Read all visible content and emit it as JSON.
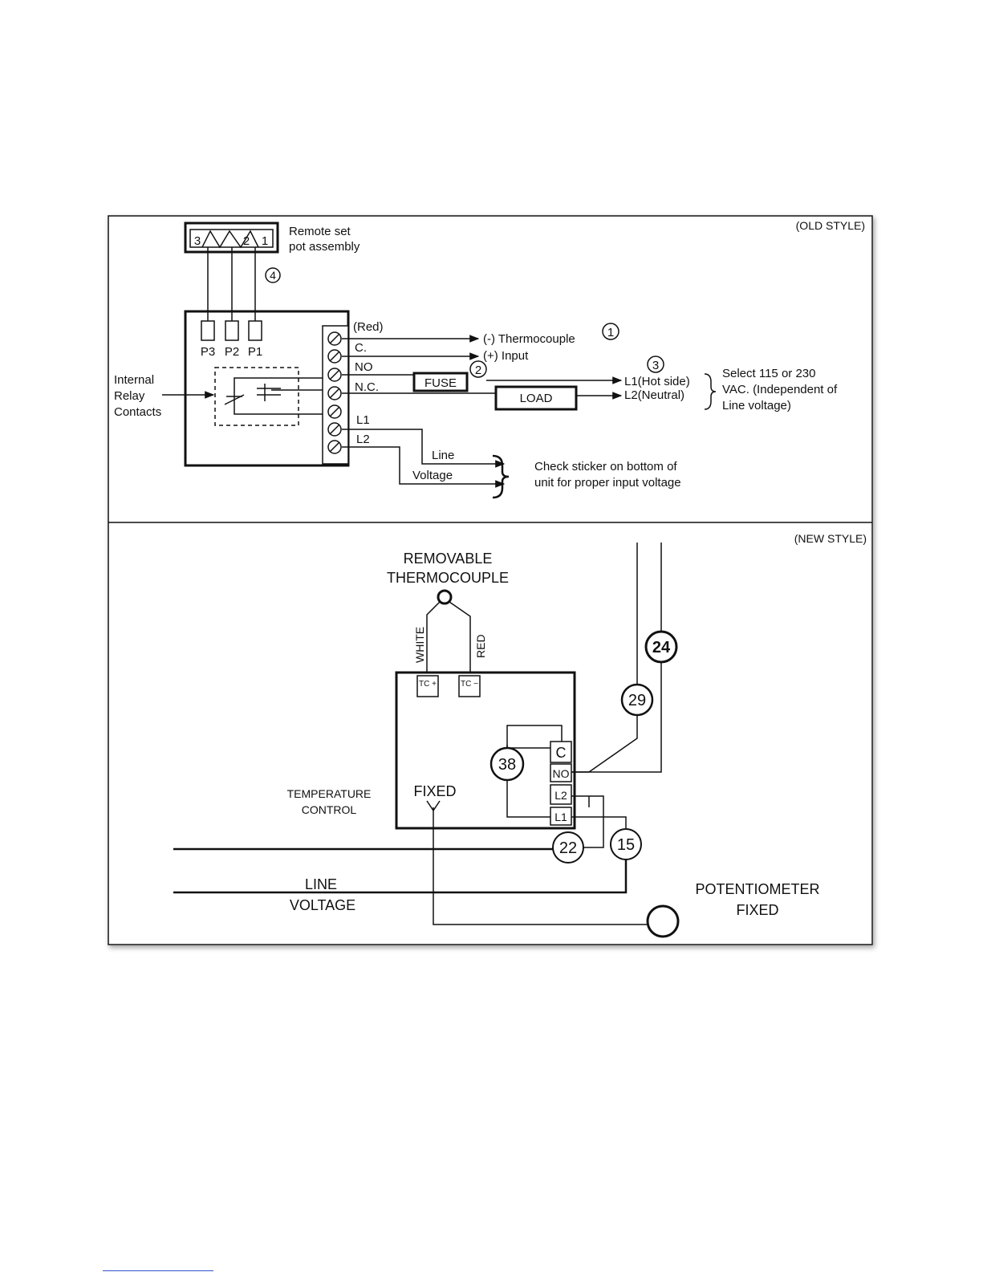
{
  "old_style": {
    "style_label": "(OLD STYLE)",
    "pot_assembly": {
      "label_line1": "Remote set",
      "label_line2": "pot assembly",
      "pin_3": "3",
      "pin_2": "2",
      "pin_1": "1",
      "callout": "4"
    },
    "connectors": [
      "P3",
      "P2",
      "P1"
    ],
    "relay": {
      "label_line1": "Internal",
      "label_line2": "Relay",
      "label_line3": "Contacts"
    },
    "terminals": {
      "red": "(Red)",
      "c": "C.",
      "no": "NO",
      "nc": "N.C.",
      "l1": "L1",
      "l2": "L2"
    },
    "thermocouple": {
      "neg": "(-) Thermocouple",
      "pos": "(+) Input",
      "callout": "1"
    },
    "fuse": {
      "label": "FUSE",
      "callout": "2"
    },
    "load": {
      "label": "LOAD"
    },
    "outputs": {
      "callout": "3",
      "l1": "L1(Hot side)",
      "l2": "L2(Neutral)",
      "note_line1": "Select 115 or 230",
      "note_line2": "VAC. (Independent of",
      "note_line3": "Line voltage)"
    },
    "line_voltage": {
      "line": "Line",
      "voltage": "Voltage",
      "note_line1": "Check sticker on bottom of",
      "note_line2": "unit for proper input voltage"
    }
  },
  "new_style": {
    "style_label": "(NEW STYLE)",
    "thermocouple": {
      "title_line1": "REMOVABLE",
      "title_line2": "THERMOCOUPLE",
      "white": "WHITE",
      "red": "RED"
    },
    "tc_plus": "TC +",
    "tc_minus": "TC −",
    "terminals": {
      "c": "C",
      "no": "NO",
      "l2": "L2",
      "l1": "L1"
    },
    "callouts": {
      "c24": "24",
      "c29": "29",
      "c38": "38",
      "c22": "22",
      "c15": "15"
    },
    "fixed": "FIXED",
    "temp_control_line1": "TEMPERATURE",
    "temp_control_line2": "CONTROL",
    "line_voltage_line1": "LINE",
    "line_voltage_line2": "VOLTAGE",
    "potentiometer_line1": "POTENTIOMETER",
    "potentiometer_line2": "FIXED"
  }
}
